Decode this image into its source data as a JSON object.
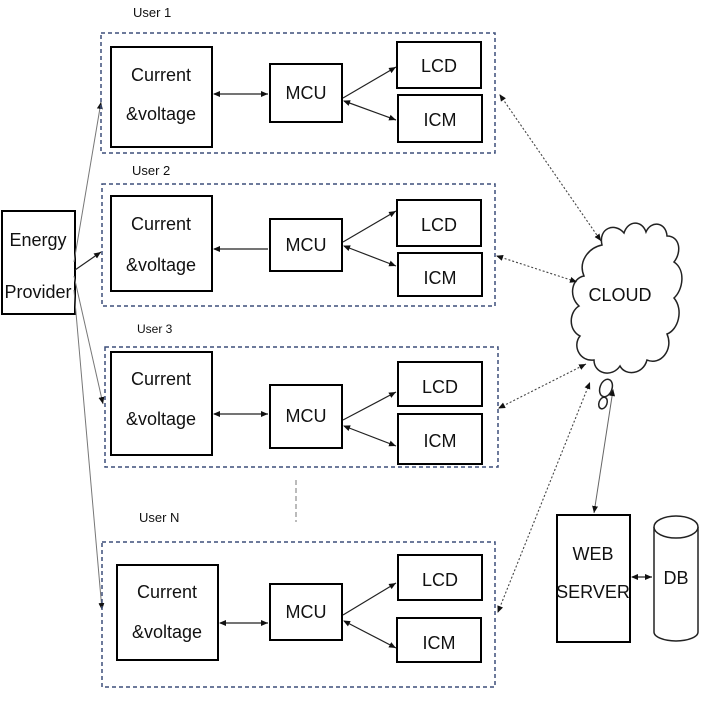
{
  "diagram": {
    "energy_provider": {
      "line1": "Energy",
      "line2": "Provider"
    },
    "users": [
      {
        "title": "User 1",
        "sensor_line1": "Current",
        "sensor_line2": "&voltage",
        "mcu": "MCU",
        "lcd": "LCD",
        "icm": "ICM"
      },
      {
        "title": "User 2",
        "sensor_line1": "Current",
        "sensor_line2": "&voltage",
        "mcu": "MCU",
        "lcd": "LCD",
        "icm": "ICM"
      },
      {
        "title": "User 3",
        "sensor_line1": "Current",
        "sensor_line2": "&voltage",
        "mcu": "MCU",
        "lcd": "LCD",
        "icm": "ICM"
      },
      {
        "title": "User N",
        "sensor_line1": "Current",
        "sensor_line2": "&voltage",
        "mcu": "MCU",
        "lcd": "LCD",
        "icm": "ICM"
      }
    ],
    "cloud": {
      "label": "CLOUD"
    },
    "web_server": {
      "line1": "WEB",
      "line2": "SERVER"
    },
    "database": {
      "label": "DB"
    },
    "colors": {
      "group_border": "#3d4f7a",
      "box_border": "#000000"
    }
  }
}
